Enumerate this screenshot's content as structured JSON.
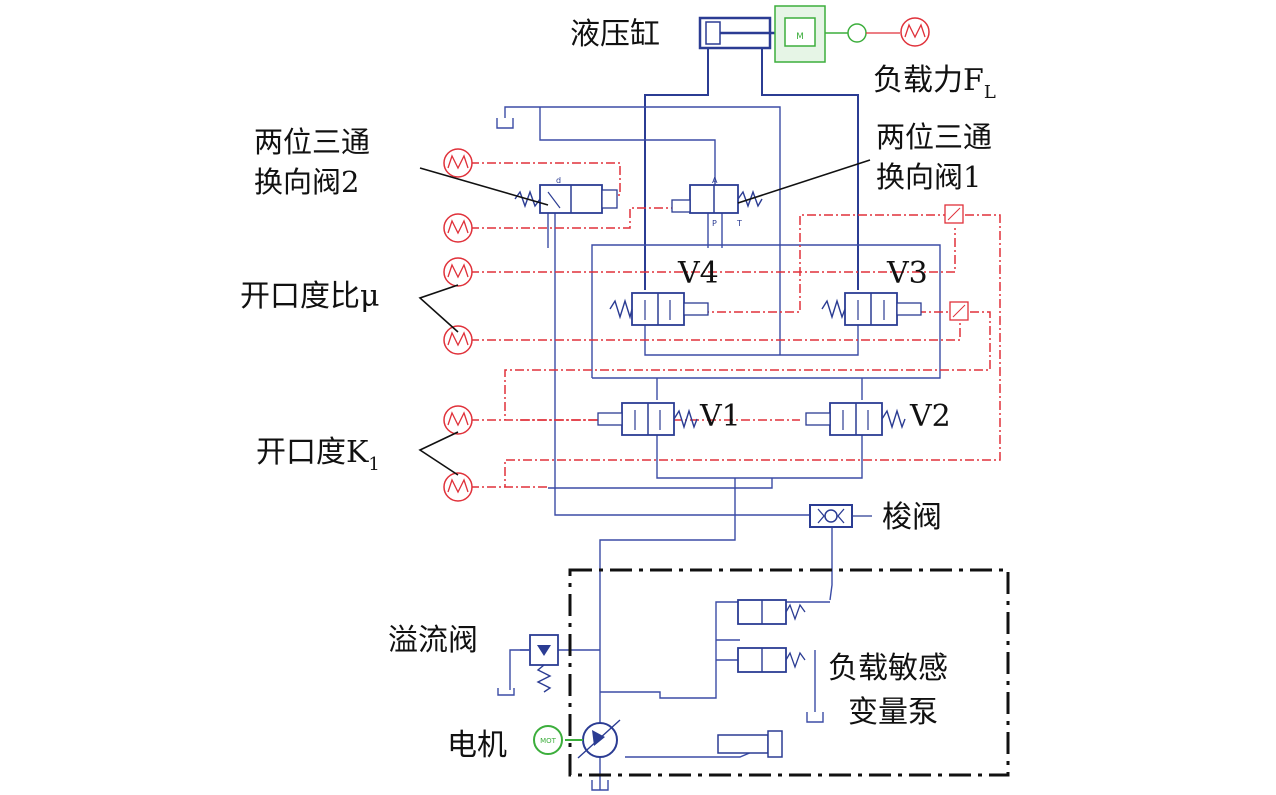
{
  "labels": {
    "cylinder": "液压缸",
    "load_force": "负载力F",
    "load_force_sub": "L",
    "valve2_line1": "两位三通",
    "valve2_line2": "换向阀2",
    "valve1_line1": "两位三通",
    "valve1_line2": "换向阀1",
    "opening_ratio": "开口度比μ",
    "opening_k": "开口度K",
    "opening_k_sub": "1",
    "v1": "V1",
    "v2": "V2",
    "v3": "V3",
    "v4": "V4",
    "shuttle_valve": "梭阀",
    "relief_valve": "溢流阀",
    "pump_line1": "负载敏感",
    "pump_line2": "变量泵",
    "motor": "电机",
    "motor_badge": "MOT",
    "mass_badge": "M"
  },
  "colors": {
    "hydraulic": "#2b3c93",
    "signal": "#e0313a",
    "mechanical": "#3cae3c",
    "boundary": "#111111"
  }
}
